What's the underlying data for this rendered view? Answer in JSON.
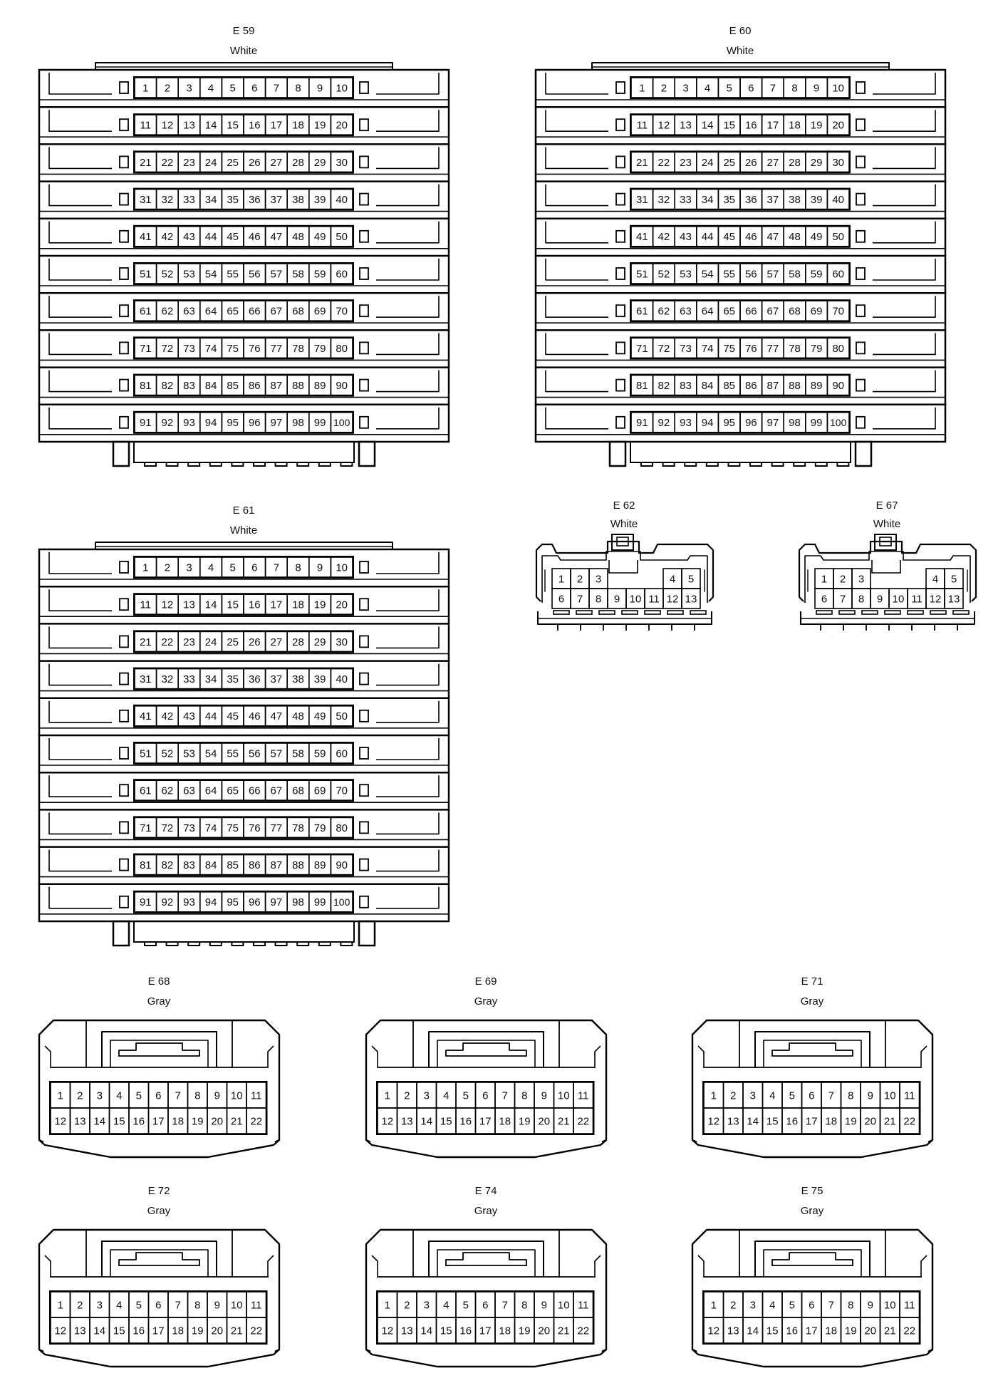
{
  "connectors": [
    {
      "id": "E 59",
      "color": "White",
      "type": "large",
      "pins": 100
    },
    {
      "id": "E 60",
      "color": "White",
      "type": "large",
      "pins": 100
    },
    {
      "id": "E 61",
      "color": "White",
      "type": "large",
      "pins": 100
    },
    {
      "id": "E 62",
      "color": "White",
      "type": "medium",
      "pins": 13
    },
    {
      "id": "E 67",
      "color": "White",
      "type": "medium",
      "pins": 13
    },
    {
      "id": "E 68",
      "color": "Gray",
      "type": "small",
      "pins": 22
    },
    {
      "id": "E 69",
      "color": "Gray",
      "type": "small",
      "pins": 22
    },
    {
      "id": "E 71",
      "color": "Gray",
      "type": "small",
      "pins": 22
    },
    {
      "id": "E 72",
      "color": "Gray",
      "type": "small",
      "pins": 22
    },
    {
      "id": "E 74",
      "color": "Gray",
      "type": "small",
      "pins": 22
    },
    {
      "id": "E 75",
      "color": "Gray",
      "type": "small",
      "pins": 22
    }
  ]
}
